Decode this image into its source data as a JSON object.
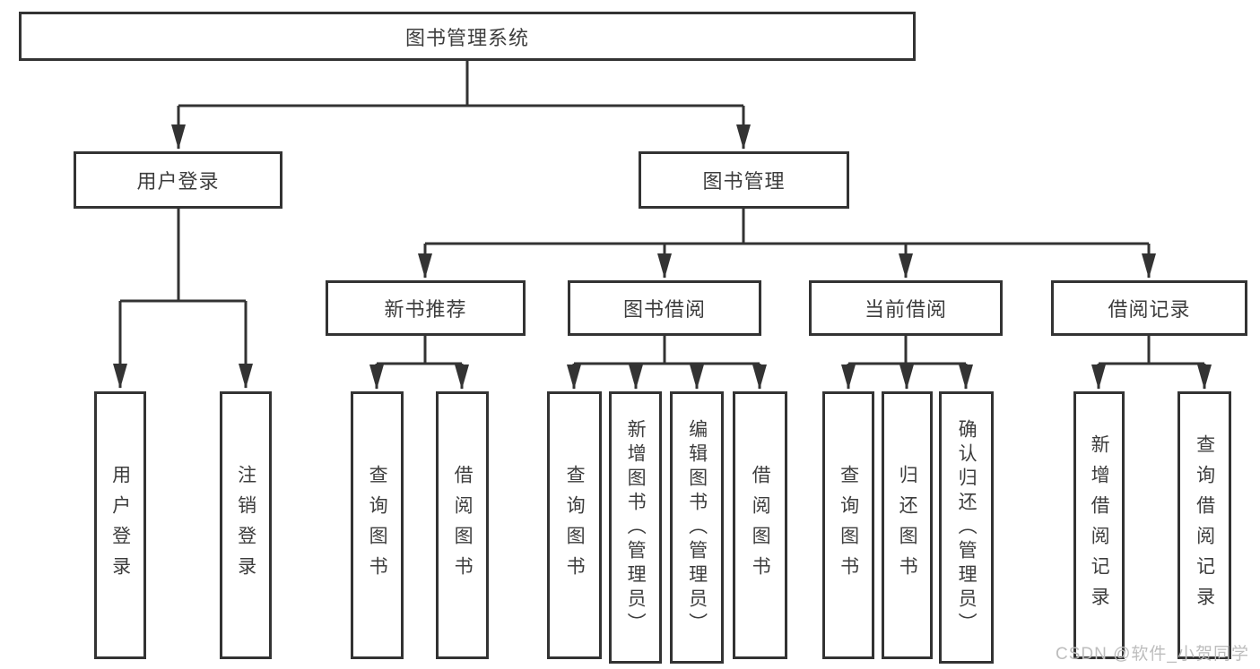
{
  "tree": {
    "label": "图书管理系统",
    "children": [
      {
        "label": "用户登录",
        "children": [
          {
            "label": "用户登录"
          },
          {
            "label": "注销登录"
          }
        ]
      },
      {
        "label": "图书管理",
        "children": [
          {
            "label": "新书推荐",
            "children": [
              {
                "label": "查询图书"
              },
              {
                "label": "借阅图书"
              }
            ]
          },
          {
            "label": "图书借阅",
            "children": [
              {
                "label": "查询图书"
              },
              {
                "label": "新增图书（管理员）"
              },
              {
                "label": "编辑图书（管理员）"
              },
              {
                "label": "借阅图书"
              }
            ]
          },
          {
            "label": "当前借阅",
            "children": [
              {
                "label": "查询图书"
              },
              {
                "label": "归还图书"
              },
              {
                "label": "确认归还（管理员）"
              }
            ]
          },
          {
            "label": "借阅记录",
            "children": [
              {
                "label": "新增借阅记录"
              },
              {
                "label": "查询借阅记录"
              }
            ]
          }
        ]
      }
    ]
  },
  "watermark": "CSDN @软件_小贺同学",
  "colors": {
    "line": "#333333",
    "text": "#3d3d3d",
    "watermark": "#bdbdbd",
    "background": "#ffffff"
  }
}
